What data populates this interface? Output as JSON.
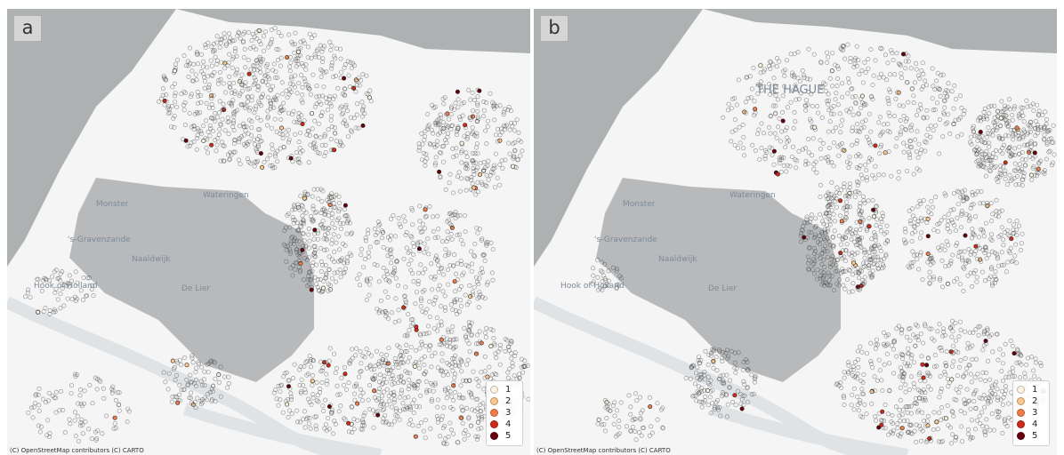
{
  "panels": [
    {
      "id": "a",
      "label": "a",
      "attribution": "(C) OpenStreetMap contributors (C) CARTO",
      "place_names": [
        "Monster",
        "Wateringen",
        "'s-Gravenzande",
        "Naaldwijk",
        "De Lier",
        "Hook of Holland"
      ],
      "legend": [
        {
          "label": "1",
          "color": "#fff5e1"
        },
        {
          "label": "2",
          "color": "#fbc78a"
        },
        {
          "label": "3",
          "color": "#f07c4a"
        },
        {
          "label": "4",
          "color": "#cf2b18"
        },
        {
          "label": "5",
          "color": "#67000d"
        }
      ]
    },
    {
      "id": "b",
      "label": "b",
      "attribution": "(C) OpenStreetMap contributors (C) CARTO",
      "place_names": [
        "THE HAGUE",
        "Monster",
        "Wateringen",
        "'s-Gravenzande",
        "Naaldwijk",
        "De Lier",
        "Hook of Holland"
      ],
      "legend": [
        {
          "label": "1",
          "color": "#fff5e1"
        },
        {
          "label": "2",
          "color": "#fbc78a"
        },
        {
          "label": "3",
          "color": "#f07c4a"
        },
        {
          "label": "4",
          "color": "#cf2b18"
        },
        {
          "label": "5",
          "color": "#67000d"
        }
      ]
    }
  ],
  "colors": {
    "sea": "#aeb1b2",
    "land": "#f4f5f4",
    "greenhouse_region": "#b0b3b5",
    "water": "#dfe3e5",
    "point_stroke": "#3a3a3a"
  }
}
